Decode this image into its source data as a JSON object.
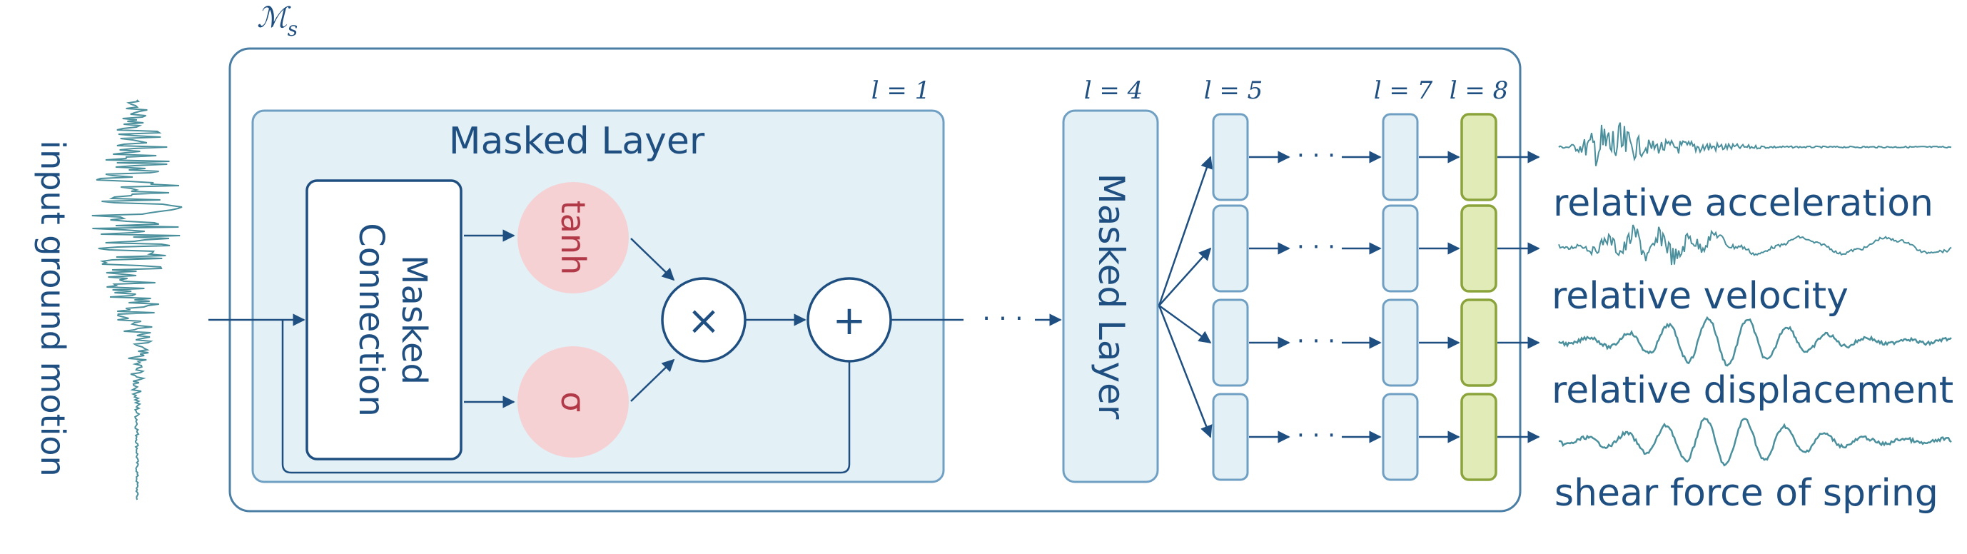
{
  "module_symbol": "ℳ",
  "module_subscript": "s",
  "input_label": "input ground motion",
  "masked_layer_title": "Masked Layer",
  "masked_connection": [
    "Masked",
    "Connection"
  ],
  "tanh_label": "tanh",
  "sigma_label": "σ",
  "times_symbol": "×",
  "plus_symbol": "+",
  "ellipsis": "· · ·",
  "layer_labels": {
    "l1": "l = 1",
    "l4": "l = 4",
    "l5": "l = 5",
    "l7": "l = 7",
    "l8": "l = 8"
  },
  "masked_layer_vertical": "Masked Layer",
  "outputs": [
    "relative acceleration",
    "relative velocity",
    "relative displacement",
    "shear force of spring"
  ],
  "colors": {
    "frame": "#4a7ea4",
    "dark_blue": "#1f4f80",
    "panel_fill": "#e3f0f6",
    "gate_fill": "#f5d1d4",
    "gate_text": "#b23a48",
    "final_fill": "#e0ebb8",
    "final_stroke": "#8aa33a",
    "wave": "#4a8f9c"
  }
}
